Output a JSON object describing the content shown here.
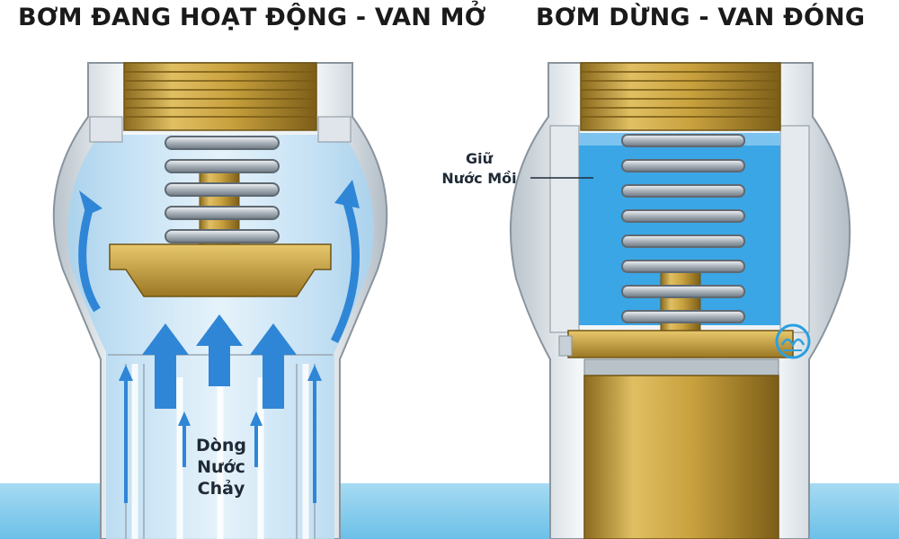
{
  "titles": {
    "left": "BƠM ĐANG HOẠT ĐỘNG - VAN MỞ",
    "right": "BƠM DỪNG - VAN ĐÓNG"
  },
  "labels": {
    "flow": [
      "Dòng",
      "Nước",
      "Chảy"
    ],
    "prime": [
      "Giữ",
      "Nước Mồi"
    ]
  },
  "colors": {
    "brass": "#c9a13e",
    "brass_dark": "#8a6a1e",
    "water_light": "#cfe6f5",
    "water_prime": "#3aa6e6",
    "arrow_blue": "#2f86d6",
    "housing": "#e6ebef",
    "ground_water": "#8fd0ee"
  },
  "logo": {
    "icon": "wave-logo-icon"
  }
}
